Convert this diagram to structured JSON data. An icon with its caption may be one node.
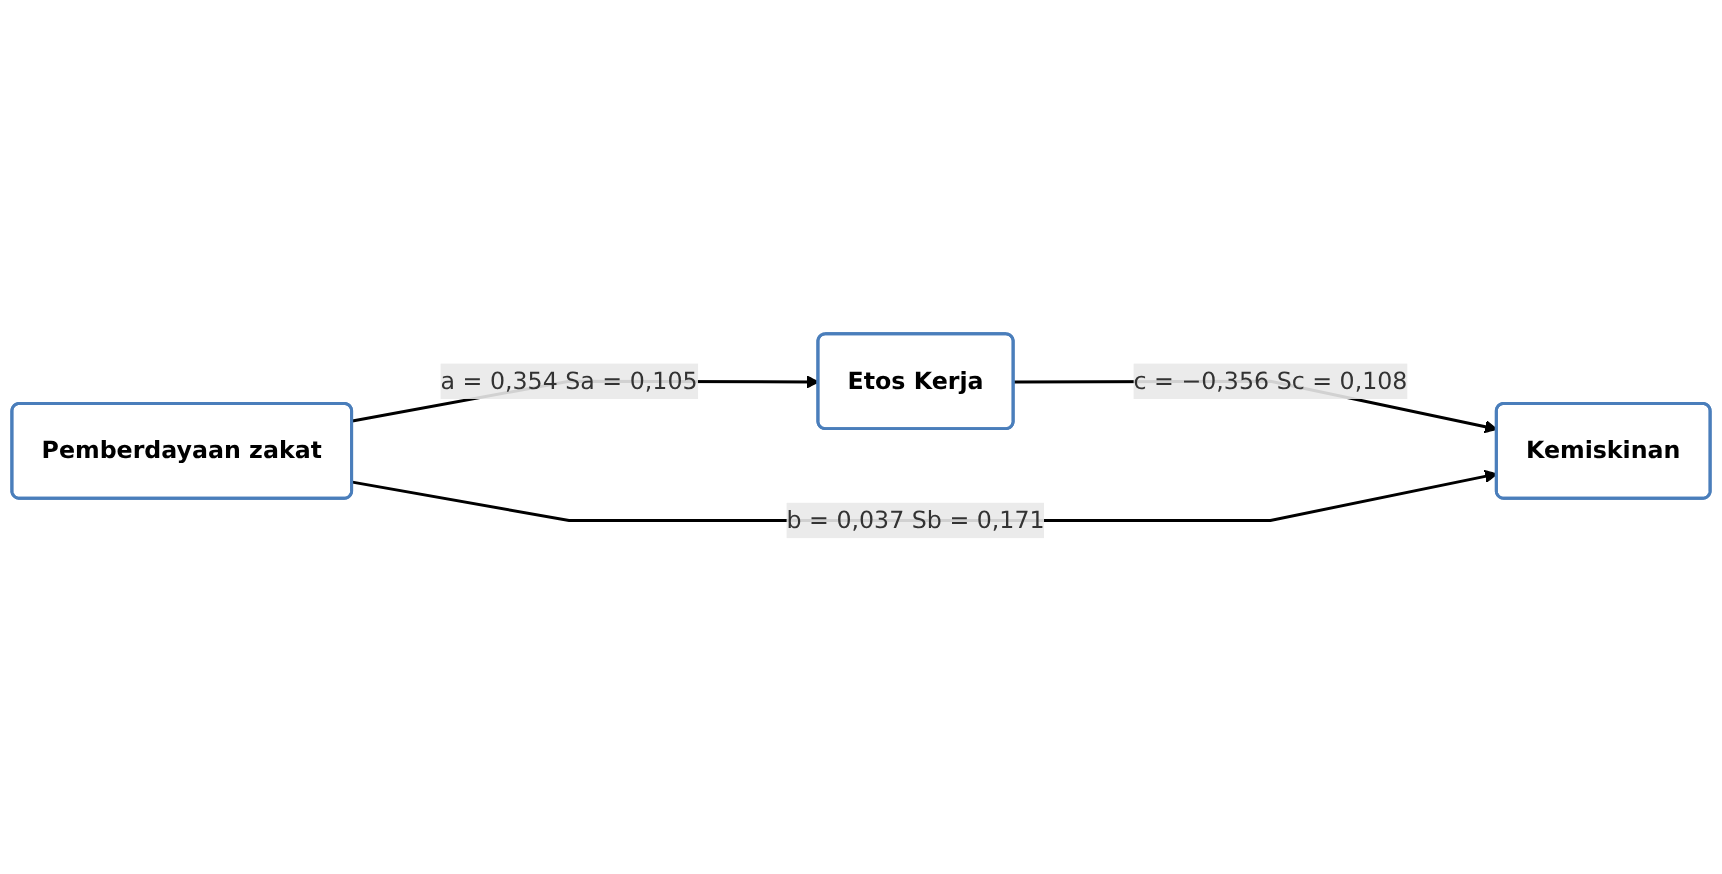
{
  "diagram": {
    "nodes": [
      {
        "text": [
          "Etos Kerja"
        ]
      },
      {
        "text": [
          "Pemberdayaan zakat"
        ]
      },
      {
        "text": [
          "Kemiskinan"
        ]
      }
    ],
    "edges": [
      {
        "from": 1,
        "to": 0,
        "arrow": "to",
        "label": "a = 0,354 Sa = 0,105"
      },
      {
        "from": 0,
        "to": 2,
        "arrow": "to",
        "label": "c = −0,356 Sc = 0,108"
      },
      {
        "from": 1,
        "to": 2,
        "arrow": "to",
        "label": "b = 0,037 Sb = 0,171"
      }
    ]
  }
}
